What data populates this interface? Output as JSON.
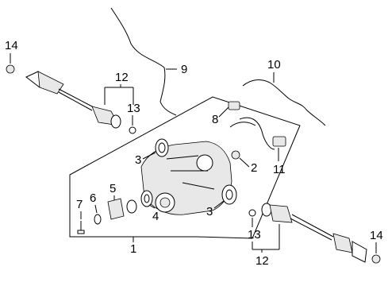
{
  "callouts": {
    "c1": "1",
    "c2": "2",
    "c3a": "3",
    "c3b": "3",
    "c4": "4",
    "c5": "5",
    "c6": "6",
    "c7": "7",
    "c8": "8",
    "c9": "9",
    "c10": "10",
    "c11": "11",
    "c12a": "12",
    "c12b": "12",
    "c13a": "13",
    "c13b": "13",
    "c14a": "14",
    "c14b": "14"
  }
}
